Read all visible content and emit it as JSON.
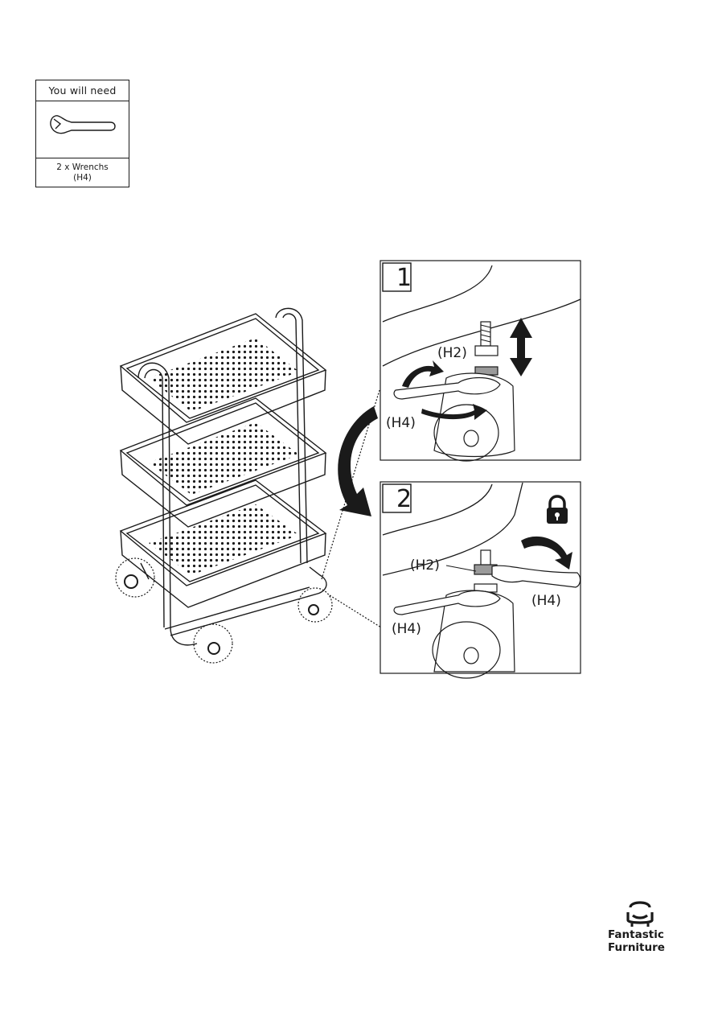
{
  "you_will_need": {
    "heading": "You will need",
    "tool_icon": "wrench-icon",
    "item_line1": "2 x Wrenchs",
    "item_line2": "(H4)"
  },
  "step1": {
    "number": "1",
    "label_h2": "(H2)",
    "label_h4": "(H4)"
  },
  "step2": {
    "number": "2",
    "label_h2": "(H2)",
    "label_h4_right": "(H4)",
    "label_h4_left": "(H4)",
    "lock_icon": "padlock-icon"
  },
  "brand": {
    "logo_icon": "armchair-logo-icon",
    "line1": "Fantastic",
    "line2": "Furniture"
  }
}
